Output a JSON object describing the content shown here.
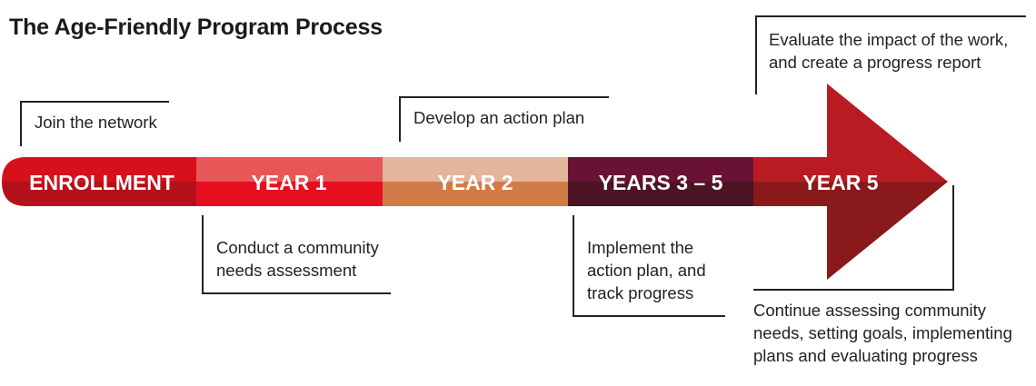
{
  "title": "The Age-Friendly Program Process",
  "stages": [
    {
      "label": "ENROLLMENT",
      "color_top": "#d5121c",
      "color_bottom": "#b5111a"
    },
    {
      "label": "YEAR 1",
      "color_top": "#e85757",
      "color_bottom": "#e50f1f"
    },
    {
      "label": "YEAR 2",
      "color_top": "#e2b59c",
      "color_bottom": "#d07b46"
    },
    {
      "label": "YEARS 3 – 5",
      "color_top": "#6a1236",
      "color_bottom": "#4c1526"
    },
    {
      "label": "YEAR 5",
      "color_top": "#b81c22",
      "color_bottom": "#8a191c"
    }
  ],
  "notes": {
    "join": "Join the network",
    "action_plan": "Develop an action plan",
    "evaluate": "Evaluate the impact of the work,\nand create a progress report",
    "needs": "Conduct a community\nneeds assessment",
    "implement": "Implement the\naction plan, and\ntrack progress",
    "continue": "Continue assessing community\nneeds, setting goals, implementing\nplans and evaluating progress"
  }
}
